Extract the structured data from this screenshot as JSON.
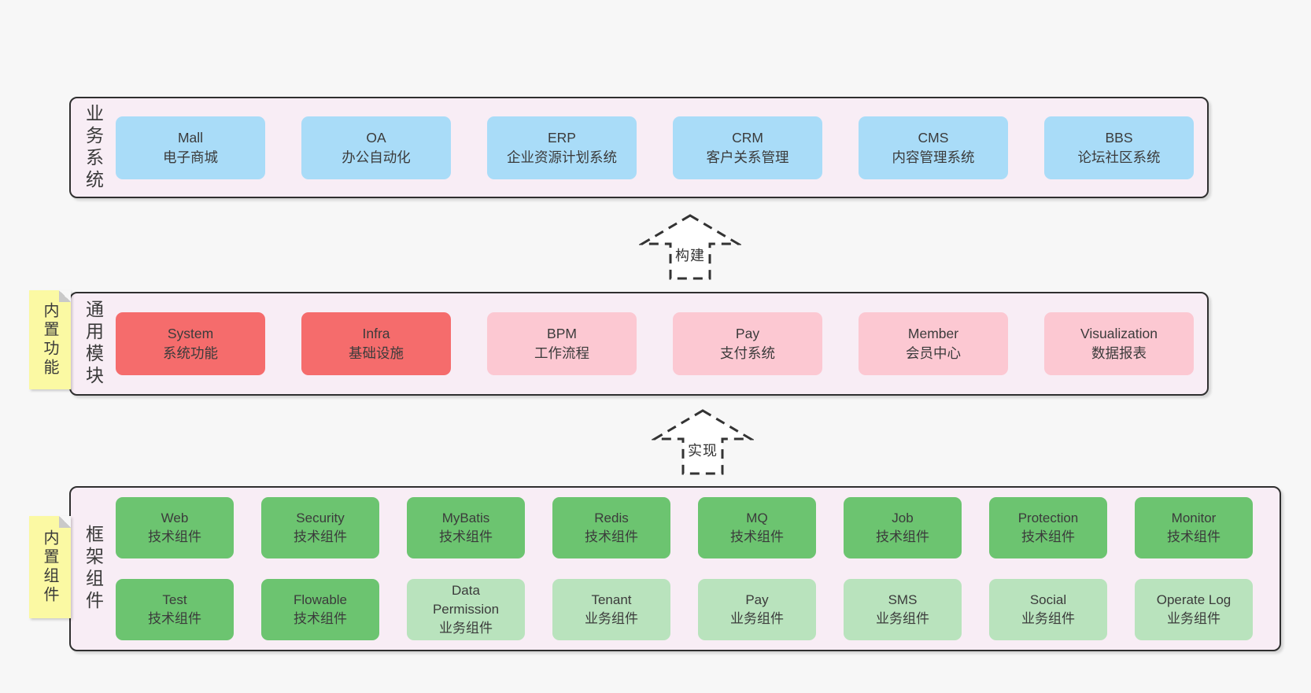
{
  "colors": {
    "page-bg": "#f7f7f7",
    "panel-bg": "#f8edf5",
    "panel-border": "#2f2f2f",
    "box-blue": "#a9dcf8",
    "box-red": "#f56c6c",
    "box-pink": "#fcc8d2",
    "box-green": "#6cc470",
    "box-lightgreen": "#b9e3bd",
    "sticky-bg": "#fbf9a3",
    "sticky-fold": "#c9c9c9",
    "text": "#3b3b3b",
    "arrow": "#333333"
  },
  "layers": {
    "business": {
      "label": "业务系统",
      "boxes": [
        {
          "name": "Mall",
          "desc": "电子商城"
        },
        {
          "name": "OA",
          "desc": "办公自动化"
        },
        {
          "name": "ERP",
          "desc": "企业资源计划系统"
        },
        {
          "name": "CRM",
          "desc": "客户关系管理"
        },
        {
          "name": "CMS",
          "desc": "内容管理系统"
        },
        {
          "name": "BBS",
          "desc": "论坛社区系统"
        }
      ]
    },
    "modules": {
      "label": "通用模块",
      "sticky": "内置功能",
      "boxes": [
        {
          "name": "System",
          "desc": "系统功能"
        },
        {
          "name": "Infra",
          "desc": "基础设施"
        },
        {
          "name": "BPM",
          "desc": "工作流程"
        },
        {
          "name": "Pay",
          "desc": "支付系统"
        },
        {
          "name": "Member",
          "desc": "会员中心"
        },
        {
          "name": "Visualization",
          "desc": "数据报表"
        }
      ]
    },
    "framework": {
      "label": "框架组件",
      "sticky": "内置组件",
      "row1": [
        {
          "name": "Web",
          "desc": "技术组件"
        },
        {
          "name": "Security",
          "desc": "技术组件"
        },
        {
          "name": "MyBatis",
          "desc": "技术组件"
        },
        {
          "name": "Redis",
          "desc": "技术组件"
        },
        {
          "name": "MQ",
          "desc": "技术组件"
        },
        {
          "name": "Job",
          "desc": "技术组件"
        },
        {
          "name": "Protection",
          "desc": "技术组件"
        },
        {
          "name": "Monitor",
          "desc": "技术组件"
        }
      ],
      "row2": [
        {
          "name": "Test",
          "desc": "技术组件"
        },
        {
          "name": "Flowable",
          "desc": "技术组件"
        },
        {
          "name": "Data Permission",
          "desc": "业务组件"
        },
        {
          "name": "Tenant",
          "desc": "业务组件"
        },
        {
          "name": "Pay",
          "desc": "业务组件"
        },
        {
          "name": "SMS",
          "desc": "业务组件"
        },
        {
          "name": "Social",
          "desc": "业务组件"
        },
        {
          "name": "Operate Log",
          "desc": "业务组件"
        }
      ]
    }
  },
  "arrows": [
    {
      "label": "构建"
    },
    {
      "label": "实现"
    }
  ]
}
